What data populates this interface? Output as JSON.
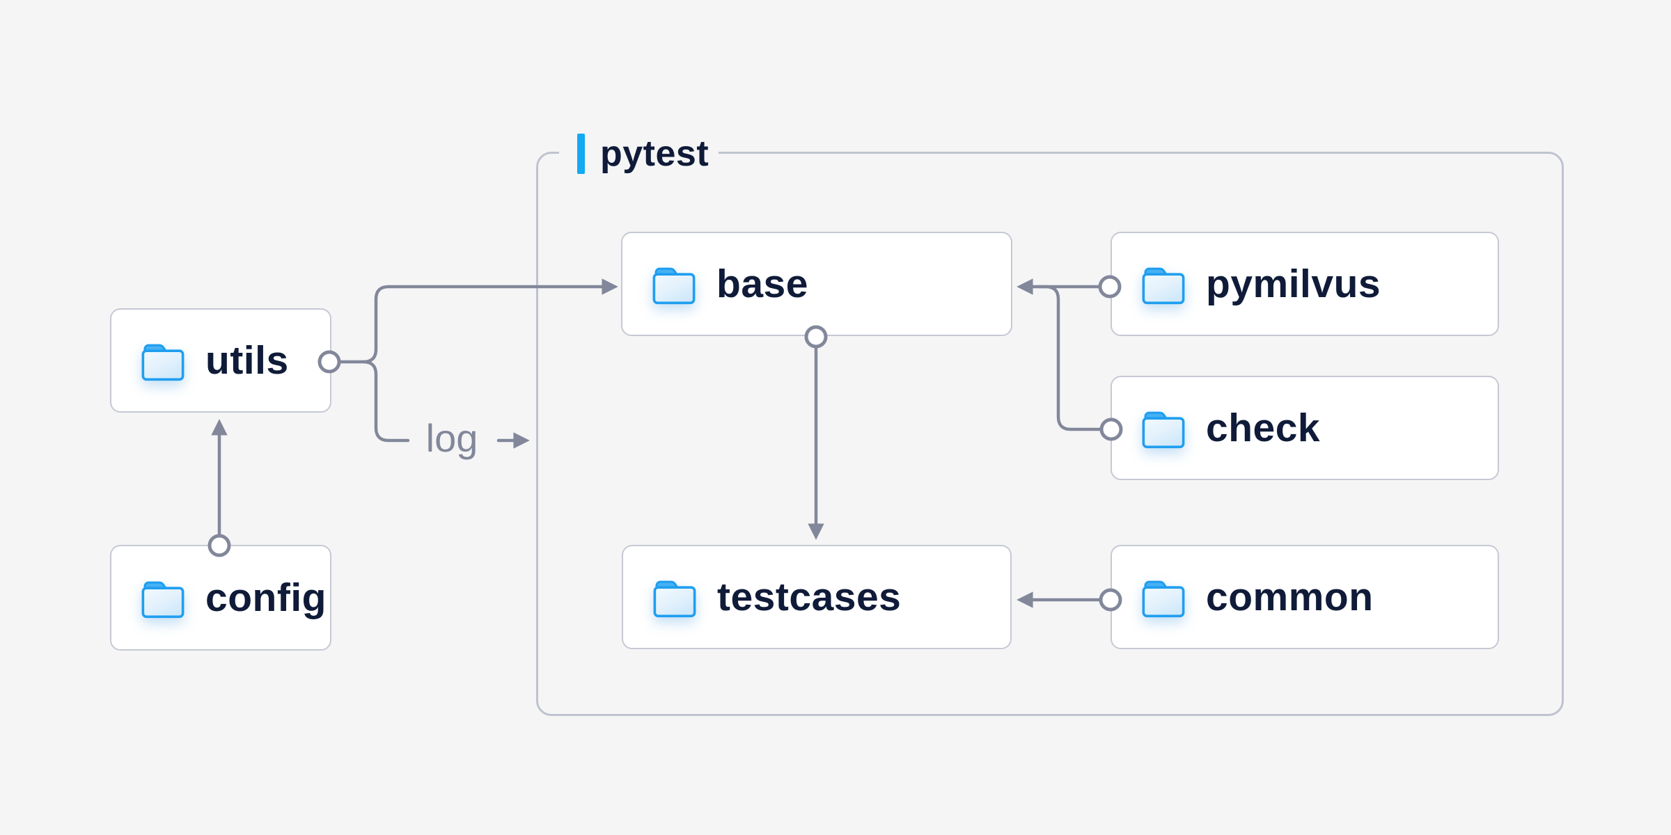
{
  "diagram": {
    "group": {
      "title": "pytest"
    },
    "nodes": {
      "utils": {
        "label": "utils"
      },
      "config": {
        "label": "config"
      },
      "base": {
        "label": "base"
      },
      "pymilvus": {
        "label": "pymilvus"
      },
      "check": {
        "label": "check"
      },
      "testcases": {
        "label": "testcases"
      },
      "common": {
        "label": "common"
      }
    },
    "edge_label": "log",
    "colors": {
      "background": "#f5f5f6",
      "accent_bar": "#14a9f3",
      "connector_gray": "#82879a",
      "label_navy": "#0f1b38",
      "folder_blue": "#1f9ef0",
      "box_border": "#c6c9d4"
    }
  }
}
